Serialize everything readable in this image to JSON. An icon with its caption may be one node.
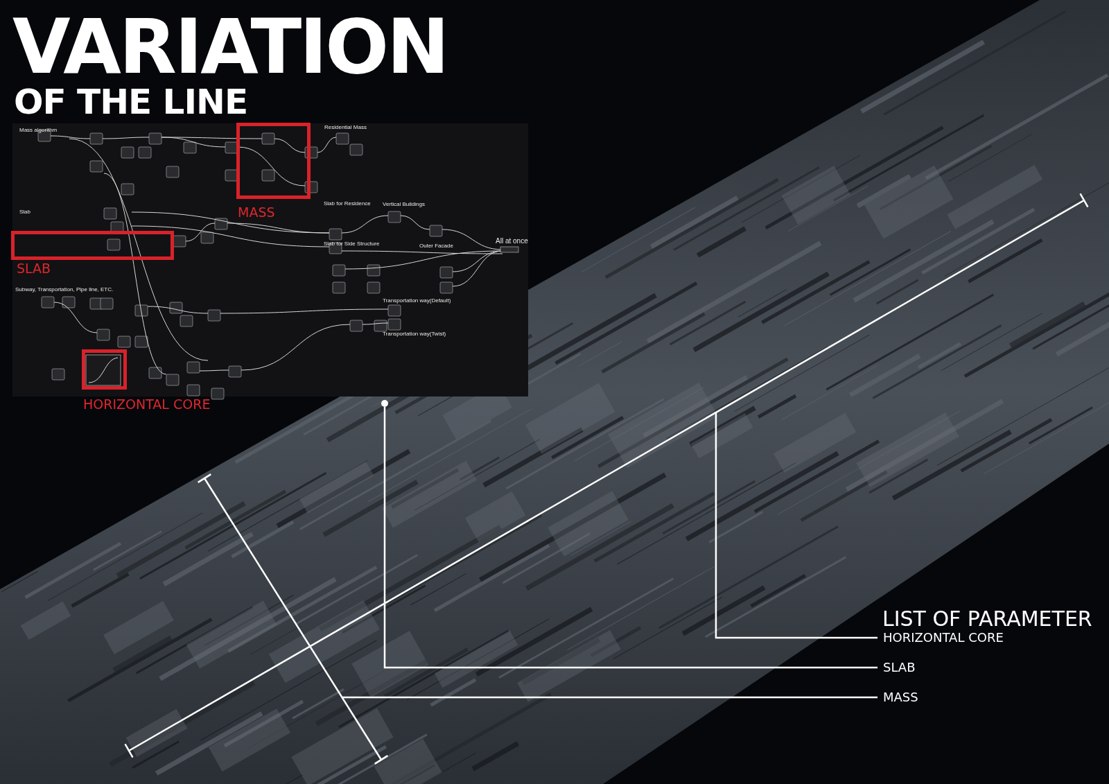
{
  "diagram": {
    "title": "VARIATION",
    "nodes": [
      {
        "text": [
          "MASS"
        ]
      },
      {
        "text": [
          "SLAB"
        ]
      },
      {
        "text": [
          "HORIZONTAL CORE"
        ]
      },
      {
        "text": [
          "HORIZONTAL CORE"
        ]
      },
      {
        "text": [
          "SLAB"
        ]
      },
      {
        "text": [
          "MASS"
        ]
      },
      {
        "text": [],
        "shape": "circle"
      }
    ],
    "edges": [
      {
        "from": 3,
        "to": null,
        "arrow": "none"
      },
      {
        "from": 4,
        "to": 6,
        "arrow": "none"
      },
      {
        "from": 5,
        "to": null,
        "arrow": "none"
      }
    ],
    "labels": [
      "OF THE LINE",
      "Mass algorithm",
      "Residential Mass",
      "Slab",
      "Slab for Residence",
      "Vertical Buildings",
      "Slab for Side Structure",
      "All at once",
      "Outer Facade",
      "Subway, Transportation, Pipe line, ETC.",
      "Transportation way(Default)",
      "Transportation way(Twist)",
      "LIST OF PARAMETER"
    ]
  }
}
